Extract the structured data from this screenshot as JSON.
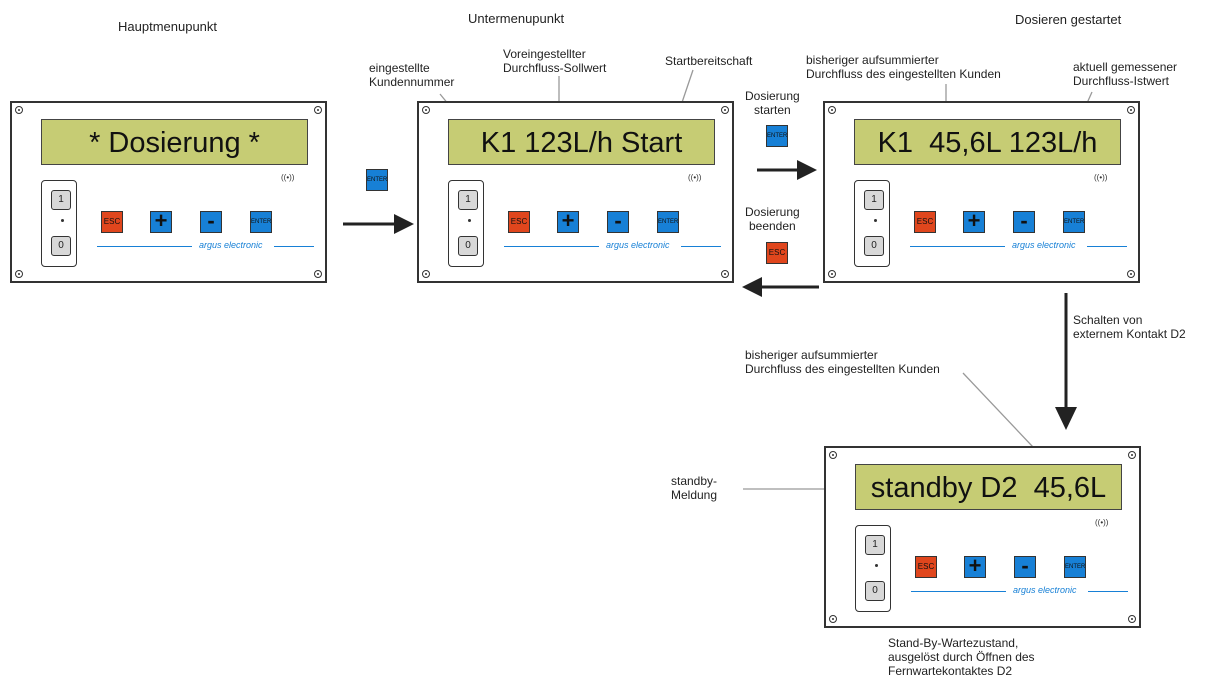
{
  "headings": {
    "main_menu": "Hauptmenupunkt",
    "sub_menu": "Untermenupunkt",
    "dosing_started": "Dosieren gestartet"
  },
  "panels": {
    "main": {
      "display": "* Dosierung *"
    },
    "sub": {
      "display": "K1 123L/h Start"
    },
    "dosing": {
      "display": "K1  45,6L 123L/h"
    },
    "standby": {
      "display": "standby D2  45,6L"
    }
  },
  "keys": {
    "one": "1",
    "zero": "0",
    "esc": "ESC",
    "plus": "+",
    "minus": "-",
    "enter": "ENTER",
    "signal": "((•))",
    "brand": "argus electronic"
  },
  "annotations": {
    "customer_number": [
      "eingestellte",
      "Kundennummer"
    ],
    "preset_flow": [
      "Voreingestellter",
      "Durchfluss-Sollwert"
    ],
    "ready_to_start": [
      "Startbereitschaft"
    ],
    "start_dosing": [
      "Dosierung",
      "starten"
    ],
    "end_dosing": [
      "Dosierung",
      "beenden"
    ],
    "accumulated_flow": [
      "bisheriger aufsummierter",
      "Durchfluss des eingestellten Kunden"
    ],
    "measured_flow": [
      "aktuell gemessener",
      "Durchfluss-Istwert"
    ],
    "switch_external": [
      "Schalten von",
      "externem Kontakt D2"
    ],
    "accumulated_flow_2": [
      "bisheriger aufsummierter",
      "Durchfluss des eingestellten Kunden"
    ],
    "standby_message": [
      "standby-",
      "Meldung"
    ],
    "standby_state": [
      "Stand-By-Wartezustand,",
      "ausgelöst durch Öffnen des",
      "Fernwartekontaktes D2"
    ]
  },
  "colors": {
    "lcd": "#c6cc74",
    "esc": "#e0461d",
    "blue_key": "#1780d6",
    "brand": "#1780d6"
  }
}
